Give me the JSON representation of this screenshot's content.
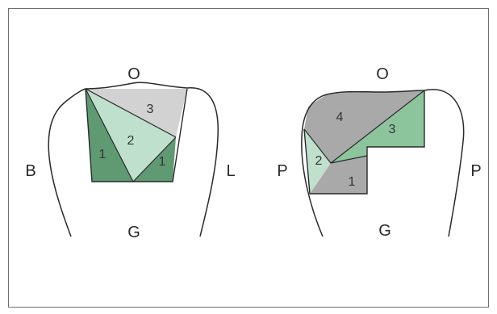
{
  "colors": {
    "border": "#6e6e6e",
    "outline": "#2a2a2a",
    "dark_green": "#5f9a72",
    "light_green": "#bfe0cd",
    "mid_green": "#8cc49c",
    "light_gray": "#d2d2d2",
    "mid_gray": "#a9a9a9"
  },
  "left_tooth": {
    "label_top": "O",
    "label_left": "B",
    "label_right": "L",
    "label_bottom": "G",
    "layers": [
      {
        "id": "1",
        "label": "1",
        "fill": "dark_green"
      },
      {
        "id": "1b",
        "label": "1",
        "fill": "dark_green"
      },
      {
        "id": "2",
        "label": "2",
        "fill": "light_green"
      },
      {
        "id": "3",
        "label": "3",
        "fill": "light_gray"
      }
    ]
  },
  "right_tooth": {
    "label_top": "O",
    "label_left": "P",
    "label_right": "P",
    "label_bottom": "G",
    "layers": [
      {
        "id": "1",
        "label": "1",
        "fill": "mid_gray"
      },
      {
        "id": "2",
        "label": "2",
        "fill": "light_green"
      },
      {
        "id": "3",
        "label": "3",
        "fill": "mid_green"
      },
      {
        "id": "4",
        "label": "4",
        "fill": "mid_gray"
      }
    ]
  }
}
